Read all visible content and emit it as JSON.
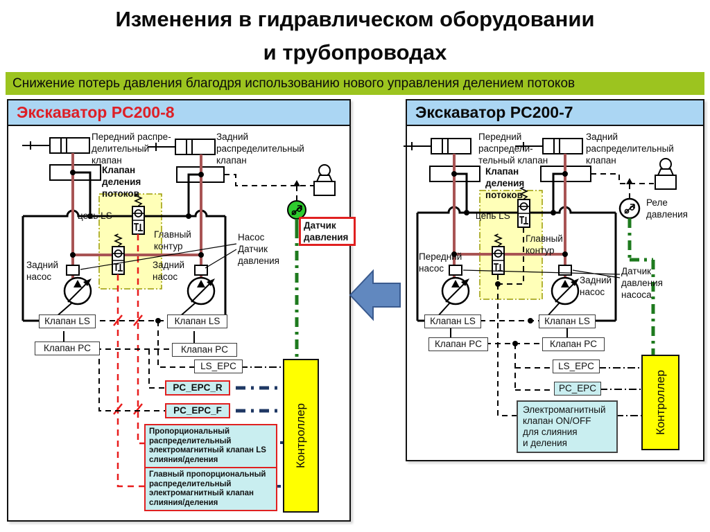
{
  "title": {
    "line1": "Изменения в гидравлическом оборудовании",
    "line2": "и трубопроводах"
  },
  "banner": {
    "text": "Снижение потерь давления благодря использованию нового управления делением потоков"
  },
  "colors": {
    "banner_green": "#9cc41f",
    "header_blue": "#abd6f3",
    "header_red_text": "#dd1f26",
    "circuit_red": "#a85454",
    "pilot_red": "#e81c1c",
    "highlight_yellow": "#ffffb8",
    "controller_yellow": "#ffff00",
    "cyan_fill": "#c9eef0",
    "red_border": "#e02020",
    "green_line": "#1e7a1e",
    "navy_line": "#1f3864",
    "arrow_blue": "#6188bf"
  },
  "left_panel": {
    "header": "Экскаватор PC200-8",
    "labels": {
      "front_valve": "Передний распре-\nделительный\nклапан",
      "rear_valve": "Задний\nраспределительный\nклапан",
      "flow_divider": "Клапан\nделения\nпотоков",
      "ls_circuit": "цепь LS",
      "main_circuit": "Главный\nконтур",
      "pump_sensor": "Насос\nДатчик\nдавления",
      "rear_pump_left": "Задний\nнасос",
      "rear_pump_right": "Задний\nнасос",
      "pressure_sensor": "Датчик\nдавления",
      "klapan_ls": "Клапан LS",
      "klapan_pc": "Клапан PC",
      "ls_epc": "LS_EPC",
      "pc_epc_r": "PC_EPC_R",
      "pc_epc_f": "PC_EPC_F",
      "prop_ls_valve": "Пропорциональный\nраспределительный\nэлектромагнитный клапан LS\n слияния/деления",
      "main_prop_valve": "Главный пропорциональный\nраспределительный\nэлектромагнитный клапан\nслияния/деления",
      "controller": "Контроллер"
    }
  },
  "right_panel": {
    "header": "Экскаватор PC200-7",
    "labels": {
      "front_valve": "Передний\nраспредели-\nтельный клапан",
      "rear_valve": "Задний\nраспределительный\nклапан",
      "flow_divider": "Клапан\nделения\nпотоков",
      "ls_circuit": "цепь LS",
      "main_circuit": "Главный\nконтур",
      "front_pump": "Передний\nнасос",
      "rear_pump": "Задний\nнасос",
      "pump_pressure_sensor": "Датчик\nдавления\nнасоса",
      "pressure_relay": "Реле\nдавления",
      "klapan_ls": "Клапан LS",
      "klapan_pc": "Клапан PC",
      "ls_epc": "LS_EPC",
      "pc_epc": "PC_EPC",
      "onoff_valve": "Электромагнитный\nклапан ON/OFF\nдля слияния\nи деления",
      "controller": "Контроллер"
    }
  }
}
